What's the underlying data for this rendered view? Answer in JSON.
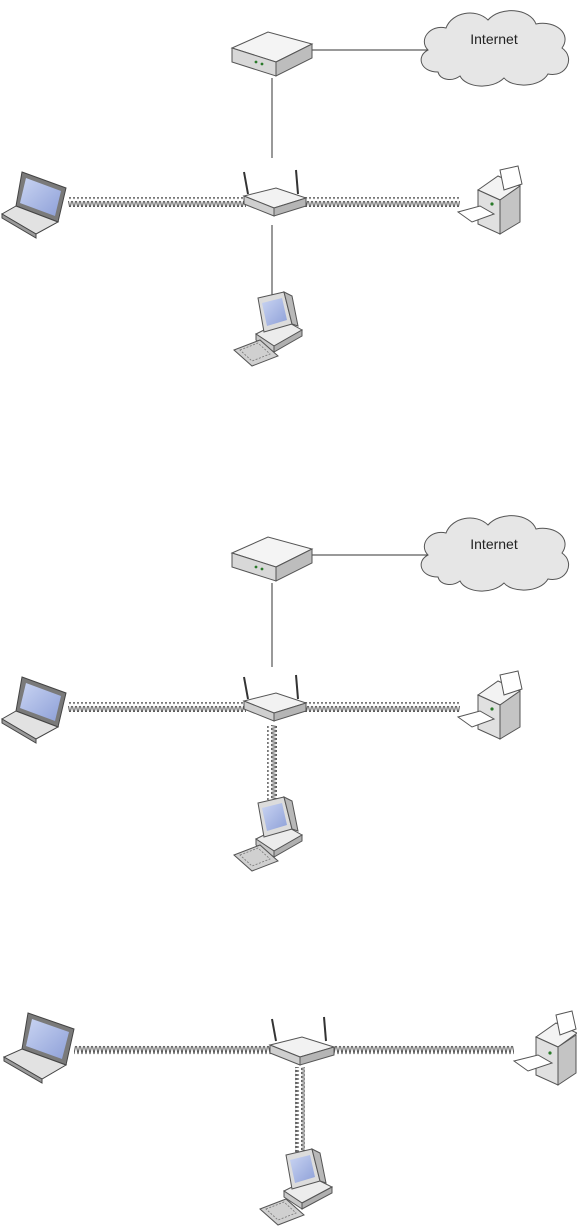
{
  "diagrams": [
    {
      "id": "network-1",
      "cloud_label": "Internet",
      "computer_link": "wired"
    },
    {
      "id": "network-2",
      "cloud_label": "Internet",
      "computer_link": "wireless"
    },
    {
      "id": "network-3",
      "computer_link": "wireless"
    }
  ]
}
